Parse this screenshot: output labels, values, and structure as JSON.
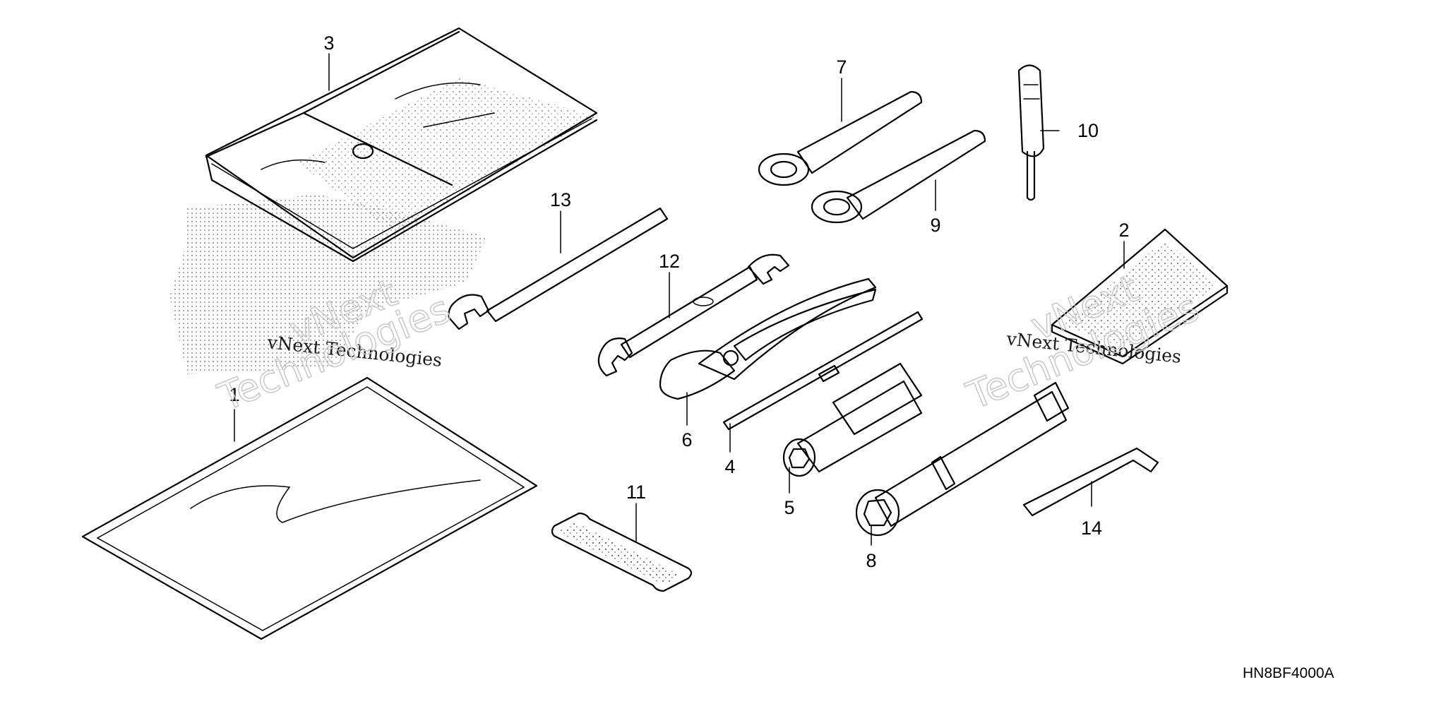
{
  "parts": [
    {
      "callout": "1",
      "icon": "manual-bag-icon"
    },
    {
      "callout": "2",
      "icon": "cloth-pad-icon"
    },
    {
      "callout": "3",
      "icon": "tool-pouch-icon"
    },
    {
      "callout": "4",
      "icon": "screwdriver-icon"
    },
    {
      "callout": "5",
      "icon": "socket-icon"
    },
    {
      "callout": "6",
      "icon": "pliers-icon"
    },
    {
      "callout": "7",
      "icon": "box-wrench-icon"
    },
    {
      "callout": "8",
      "icon": "spark-plug-wrench-icon"
    },
    {
      "callout": "9",
      "icon": "box-wrench-icon"
    },
    {
      "callout": "10",
      "icon": "screwdriver-grip-icon"
    },
    {
      "callout": "11",
      "icon": "strap-icon"
    },
    {
      "callout": "12",
      "icon": "open-end-wrench-icon"
    },
    {
      "callout": "13",
      "icon": "open-end-wrench-icon"
    },
    {
      "callout": "14",
      "icon": "hex-key-icon"
    }
  ],
  "diagram_code": "HN8BF4000A",
  "watermarks": {
    "small_text": "vNext Technologies",
    "big_line1": "vNext",
    "big_line2": "Technologies"
  }
}
